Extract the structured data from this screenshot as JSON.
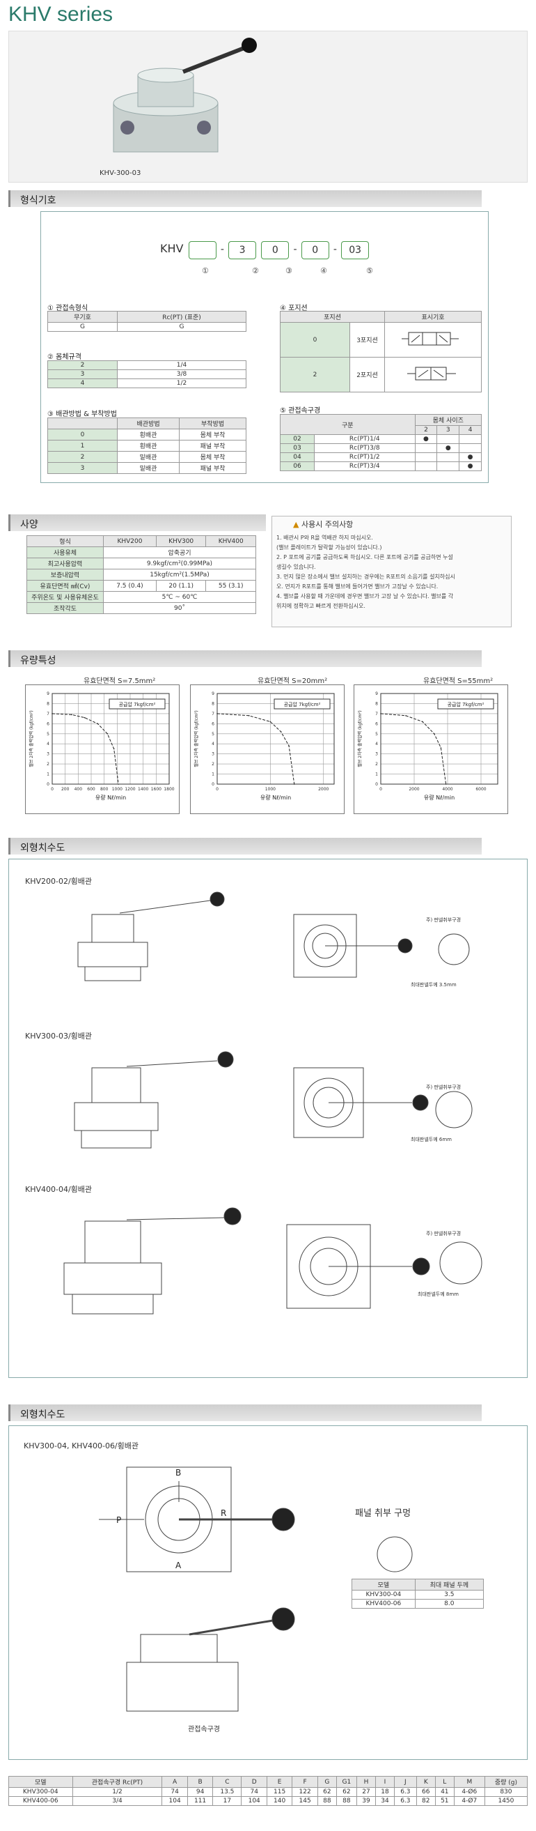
{
  "title": "KHV series",
  "product_caption": "KHV-300-03",
  "sections": {
    "model": "형식기호",
    "spec": "사양",
    "flow": "유량특성",
    "dim1": "외형치수도",
    "dim2": "외형치수도"
  },
  "model_code": {
    "prefix": "KHV",
    "dash": "-",
    "boxes": [
      "",
      "3",
      "0",
      "0",
      "03"
    ],
    "circles": [
      "①",
      "②",
      "③",
      "④",
      "⑤"
    ]
  },
  "t1": {
    "title": "① 관접속형식",
    "headers": [
      "무기호",
      "Rc(PT) (표준)"
    ],
    "rows": [
      [
        "G",
        "G"
      ]
    ]
  },
  "t2": {
    "title": "② 몸체규격",
    "rows": [
      [
        "2",
        "1/4"
      ],
      [
        "3",
        "3/8"
      ],
      [
        "4",
        "1/2"
      ]
    ]
  },
  "t3": {
    "title": "③ 배관방법 & 부착방법",
    "headers": [
      "",
      "배관방법",
      "부착방법"
    ],
    "rows": [
      [
        "0",
        "횡배관",
        "몸체 부착"
      ],
      [
        "1",
        "횡배관",
        "패널 부착"
      ],
      [
        "2",
        "밑배관",
        "몸체 부착"
      ],
      [
        "3",
        "밑배관",
        "패널 부착"
      ]
    ]
  },
  "t4": {
    "title": "④ 포지션",
    "headers": [
      "포지션",
      "",
      "표시기호"
    ],
    "rows": [
      [
        "0",
        "3포지션"
      ],
      [
        "2",
        "2포지션"
      ]
    ]
  },
  "t5": {
    "title": "⑤ 관접속구경",
    "headers": [
      "구분",
      "몸체 사이즈",
      "2",
      "3",
      "4"
    ],
    "rows": [
      [
        "02",
        "Rc(PT)1/4",
        "●",
        "",
        ""
      ],
      [
        "03",
        "Rc(PT)3/8",
        "",
        "●",
        ""
      ],
      [
        "04",
        "Rc(PT)1/2",
        "",
        "",
        "●"
      ],
      [
        "06",
        "Rc(PT)3/4",
        "",
        "",
        "●"
      ]
    ]
  },
  "spec": {
    "headers": [
      "형식",
      "KHV200",
      "KHV300",
      "KHV400"
    ],
    "rows": [
      [
        "사용유체",
        "압축공기"
      ],
      [
        "최고사용압력",
        "9.9kgf/cm²(0.99MPa)"
      ],
      [
        "보증내압력",
        "15kgf/cm²(1.5MPa)"
      ],
      [
        "유효단면적 ㎟(Cv)",
        "7.5 (0.4)",
        "20 (1.1)",
        "55 (3.1)"
      ],
      [
        "주위온도 및 사용유체온도",
        "5℃ ~ 60℃"
      ],
      [
        "조작각도",
        "90˚"
      ]
    ]
  },
  "caution": {
    "title": "사용시 주의사항",
    "lines": [
      "1. 배관시 P와 R을 역배관 하지 마십시오.",
      "(밸브 플레이트가 탈락할 가능성이 있습니다.)",
      "2. P 포트에 공기를 공급하도록 하십시오. 다른 포트에 공기를 공급하면 누설",
      "생길수 있습니다.",
      "3. 먼지 많은 장소에서 밸브 설치하는 경우에는 R포트의 소음기를 설치하십시",
      "오. 먼지가 R포트를 통해 밸브에 들어가면 밸브가 고장날 수 있습니다.",
      "4. 밸브를 사용할 때 가운데에 경우면 밸브가 고장 날 수 있습니다. 밸브를 각",
      "위치에 정확하고 빠르게 전환하십시오."
    ]
  },
  "chart_data": [
    {
      "type": "line",
      "title": "유효단면적 S=7.5mm²",
      "annotation": "공급압 7kgf/cm²",
      "xlabel": "유량 Nℓ/min",
      "ylabel": "밸브 2차측 출력압력 (kgf/cm²)",
      "xticks": [
        "0",
        "200",
        "400",
        "600",
        "800",
        "1000",
        "1200",
        "1400",
        "1600",
        "1800"
      ],
      "yticks": [
        "0",
        "1",
        "2",
        "3",
        "4",
        "5",
        "6",
        "7",
        "8",
        "9"
      ],
      "xlim": [
        0,
        1800
      ],
      "ylim": [
        0,
        9
      ],
      "x": [
        0,
        300,
        500,
        700,
        850,
        950,
        1020
      ],
      "y": [
        7,
        6.9,
        6.6,
        6,
        5,
        3.5,
        0
      ]
    },
    {
      "type": "line",
      "title": "유효단면적 S=20mm²",
      "annotation": "공급압 7kgf/cm²",
      "xlabel": "유량 Nℓ/min",
      "ylabel": "밸브 2차측 출력압력 (kgf/cm²)",
      "xticks": [
        "0",
        "1000",
        "2000"
      ],
      "yticks": [
        "0",
        "1",
        "2",
        "3",
        "4",
        "5",
        "6",
        "7",
        "8",
        "9"
      ],
      "xlim": [
        0,
        2200
      ],
      "ylim": [
        0,
        9
      ],
      "x": [
        0,
        600,
        1000,
        1200,
        1350,
        1450
      ],
      "y": [
        7,
        6.8,
        6.2,
        5.2,
        3.8,
        0
      ]
    },
    {
      "type": "line",
      "title": "유효단면적 S=55mm²",
      "annotation": "공급압 7kgf/cm²",
      "xlabel": "유량 Nℓ/min",
      "ylabel": "밸브 2차측 출력압력 (kgf/cm²)",
      "xticks": [
        "0",
        "2000",
        "4000",
        "6000"
      ],
      "yticks": [
        "0",
        "1",
        "2",
        "3",
        "4",
        "5",
        "6",
        "7",
        "8",
        "9"
      ],
      "xlim": [
        0,
        7000
      ],
      "ylim": [
        0,
        9
      ],
      "x": [
        0,
        1500,
        2500,
        3200,
        3600,
        3900
      ],
      "y": [
        7,
        6.8,
        6.2,
        5,
        3.6,
        0
      ]
    }
  ],
  "dim1": {
    "labels": [
      "KHV200-02/횡배관",
      "KHV300-03/횡배관",
      "KHV400-04/횡배관"
    ],
    "notes": [
      "주) 판넬취부구경",
      "최대판넬두께 3.5mm",
      "주) 판넬취부구경",
      "최대판넬두께 6mm",
      "주) 판넬취부구경",
      "최대판넬두께 8mm"
    ]
  },
  "dim2": {
    "label": "KHV300-04, KHV400-06/횡배관",
    "panel_title": "패널 취부 구멍",
    "panel_headers": [
      "모델",
      "최대 패널 두께"
    ],
    "panel_rows": [
      [
        "KHV300-04",
        "3.5"
      ],
      [
        "KHV400-06",
        "8.0"
      ]
    ],
    "pipe_label": "관접속구경"
  },
  "bottom_table": {
    "headers": [
      "모델",
      "관접속구경 Rc(PT)",
      "A",
      "B",
      "C",
      "D",
      "E",
      "F",
      "G",
      "G1",
      "H",
      "I",
      "J",
      "K",
      "L",
      "M",
      "중량 (g)"
    ],
    "rows": [
      [
        "KHV300-04",
        "1/2",
        "74",
        "94",
        "13.5",
        "74",
        "115",
        "122",
        "62",
        "62",
        "27",
        "18",
        "6.3",
        "66",
        "41",
        "4-Ø6",
        "830"
      ],
      [
        "KHV400-06",
        "3/4",
        "104",
        "111",
        "17",
        "104",
        "140",
        "145",
        "88",
        "88",
        "39",
        "34",
        "6.3",
        "82",
        "51",
        "4-Ø7",
        "1450"
      ]
    ]
  }
}
